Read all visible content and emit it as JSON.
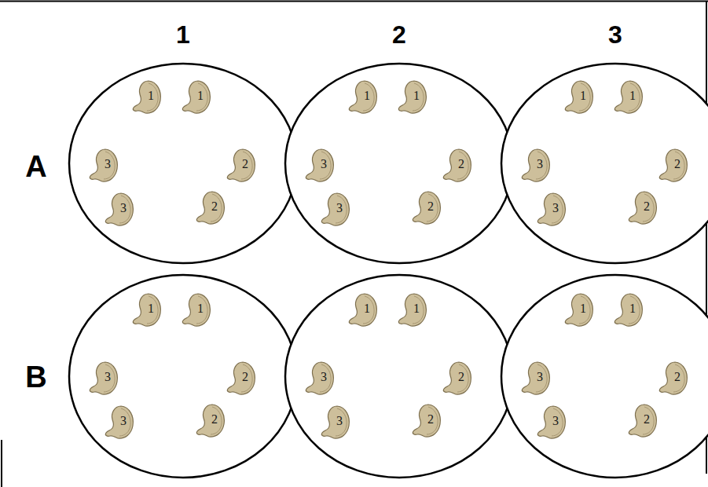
{
  "diagram": {
    "nodes": [
      {
        "text": [
          "1"
        ]
      },
      {
        "text": [
          "1"
        ]
      },
      {
        "text": [
          "2"
        ]
      },
      {
        "text": [
          "2"
        ]
      },
      {
        "text": [
          "3"
        ]
      },
      {
        "text": [
          "3"
        ]
      },
      {
        "text": [
          "1"
        ]
      },
      {
        "text": [
          "1"
        ]
      },
      {
        "text": [
          "2"
        ]
      },
      {
        "text": [
          "2"
        ]
      },
      {
        "text": [
          "3"
        ]
      },
      {
        "text": [
          "3"
        ]
      },
      {
        "text": [
          "1"
        ]
      },
      {
        "text": [
          "1"
        ]
      },
      {
        "text": [
          "2"
        ]
      },
      {
        "text": [
          "2"
        ]
      },
      {
        "text": [
          "3"
        ]
      },
      {
        "text": [
          "3"
        ]
      },
      {
        "text": [
          "1"
        ]
      },
      {
        "text": [
          "1"
        ]
      },
      {
        "text": [
          "2"
        ]
      },
      {
        "text": [
          "2"
        ]
      },
      {
        "text": [
          "3"
        ]
      },
      {
        "text": [
          "3"
        ]
      },
      {
        "text": [
          "1"
        ]
      },
      {
        "text": [
          "1"
        ]
      },
      {
        "text": [
          "2"
        ]
      },
      {
        "text": [
          "2"
        ]
      },
      {
        "text": [
          "3"
        ]
      },
      {
        "text": [
          "3"
        ]
      },
      {
        "text": [
          "1"
        ]
      },
      {
        "text": [
          "1"
        ]
      },
      {
        "text": [
          "2"
        ]
      },
      {
        "text": [
          "2"
        ]
      },
      {
        "text": [
          "3"
        ]
      },
      {
        "text": [
          "3"
        ]
      }
    ],
    "labels": [
      "1",
      "2",
      "3",
      "A",
      "B"
    ]
  }
}
